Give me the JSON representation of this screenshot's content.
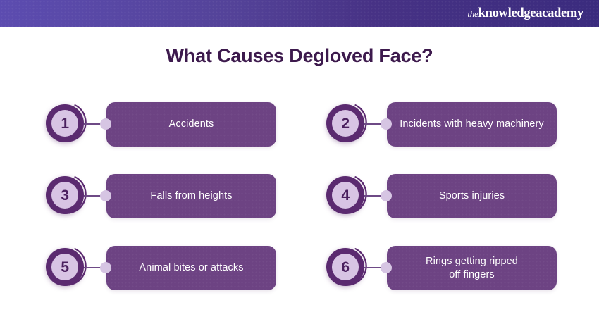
{
  "header": {
    "brand_prefix": "the",
    "brand_name": "knowledgeacademy",
    "gradient_from": "#5c4cb0",
    "gradient_to": "#3a2b7e"
  },
  "title": "What Causes Degloved Face?",
  "theme": {
    "title_color": "#3d1a4d",
    "card_color": "#6d4383",
    "badge_ring_color": "#5b2a70",
    "badge_inner_color": "#d8c4e4",
    "badge_number_color": "#4a1f5e",
    "connector_dot_color": "#d6c5e3",
    "card_text_color": "#ffffff"
  },
  "items": [
    {
      "number": "1",
      "label": "Accidents"
    },
    {
      "number": "2",
      "label": "Incidents with heavy machinery"
    },
    {
      "number": "3",
      "label": "Falls from heights"
    },
    {
      "number": "4",
      "label": "Sports injuries"
    },
    {
      "number": "5",
      "label": "Animal bites or attacks"
    },
    {
      "number": "6",
      "label": "Rings getting ripped\noff fingers"
    }
  ]
}
